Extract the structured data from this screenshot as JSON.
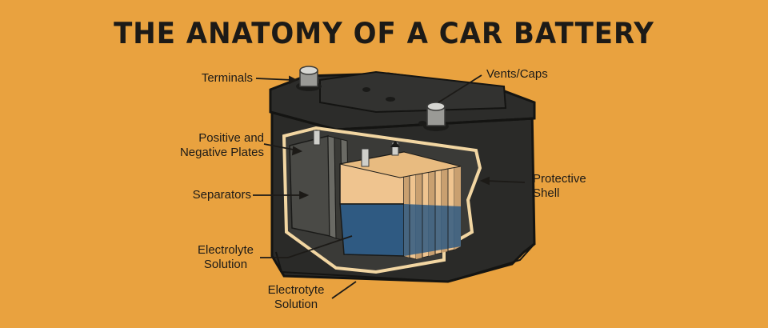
{
  "title": "THE ANATOMY OF A CAR BATTERY",
  "labels": {
    "terminals": "Terminals",
    "vents_caps": "Vents/Caps",
    "plates_line1": "Positive and",
    "plates_line2": "Negative Plates",
    "separators": "Separators",
    "protective_line1": "Protective",
    "protective_line2": "Shell",
    "electrolyte_line1": "Electrolyte",
    "electrolyte_line2": "Solution",
    "electrotyte_line1": "Electrotyte",
    "electrotyte_line2": "Solution"
  },
  "colors": {
    "background": "#E9A23F",
    "casing": "#2a2a28",
    "cream_outline": "#F2D6A2",
    "plate_tan": "#EFC48F",
    "electrolyte_blue": "#2F5A82",
    "text": "#1c1a17"
  }
}
